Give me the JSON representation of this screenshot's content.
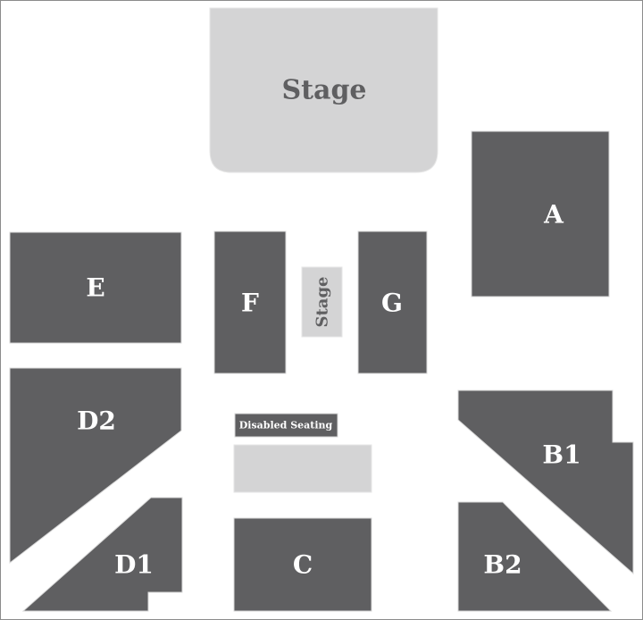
{
  "colors": {
    "section": "#5f5f61",
    "stage": "#d4d4d5",
    "label": "#ffffff",
    "stage_label": "#5f5f61"
  },
  "stage": {
    "main_label": "Stage",
    "small_label": "Stage"
  },
  "disabled_seating": {
    "label": "Disabled Seating"
  },
  "sections": {
    "A": "A",
    "B1": "B1",
    "B2": "B2",
    "C": "C",
    "D1": "D1",
    "D2": "D2",
    "E": "E",
    "F": "F",
    "G": "G"
  }
}
